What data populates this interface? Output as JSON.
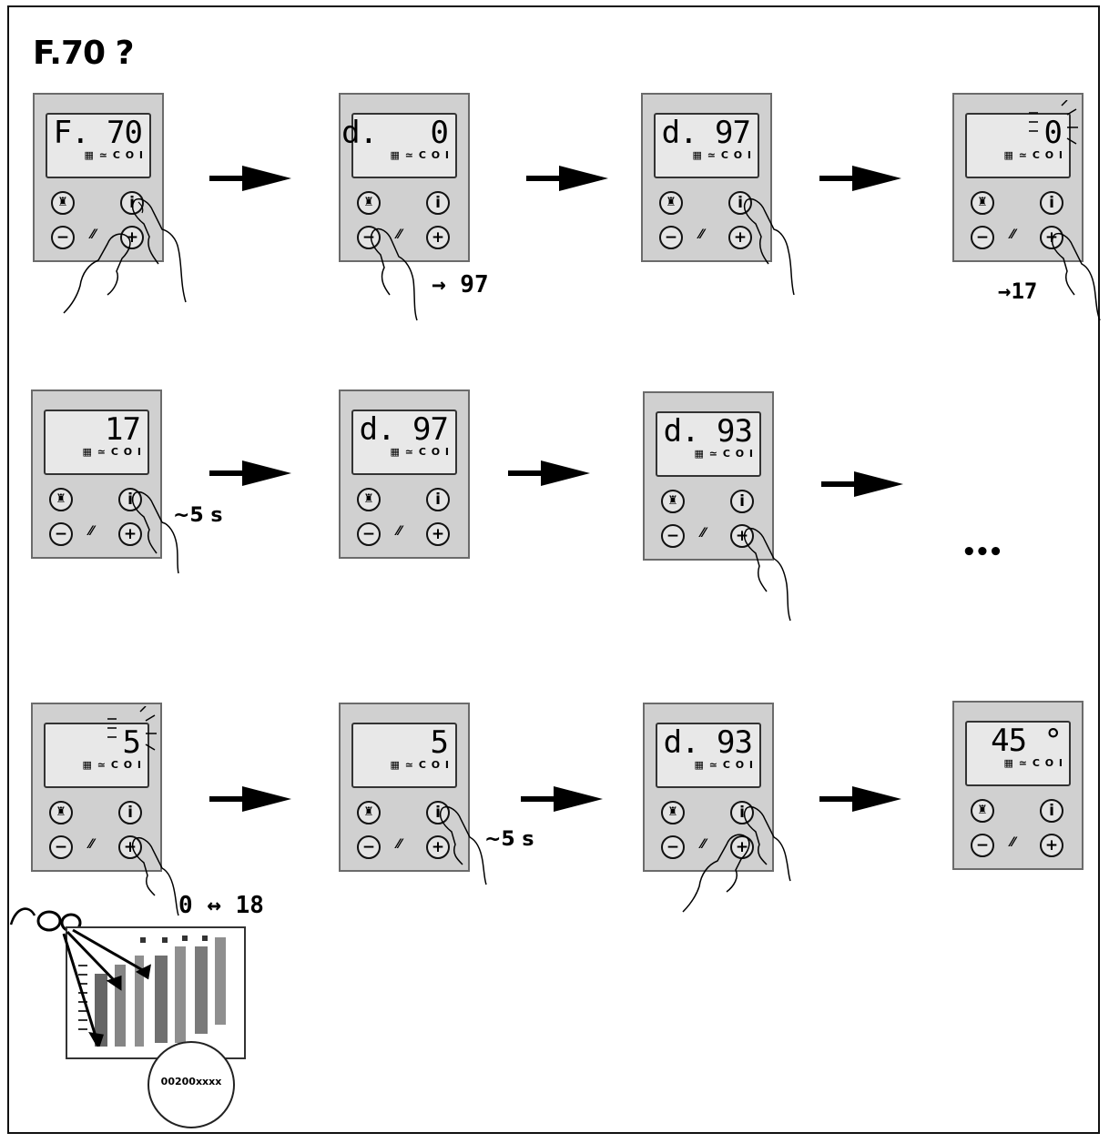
{
  "title": "F.70 ?",
  "buttons": {
    "menu_icon": "reset-icon",
    "info": "i",
    "minus": "−",
    "plus": "+",
    "spark": "⁄⁄"
  },
  "status_icons": "▦ ≃ C O I",
  "panels": [
    {
      "display": "F. 70"
    },
    {
      "display": "d.   0"
    },
    {
      "display": "d. 97"
    },
    {
      "display": "0"
    },
    {
      "display": "17"
    },
    {
      "display": "d. 97"
    },
    {
      "display": "d. 93"
    },
    {
      "display": "5"
    },
    {
      "display": "5"
    },
    {
      "display": "d. 93"
    },
    {
      "display": "45 °"
    }
  ],
  "annotations": {
    "step2_range": "→ 97",
    "step4_range": "→17",
    "step5_hold": "~5 s",
    "step9_range": "0 ↔ 18",
    "step10_hold": "~5 s",
    "ellipsis": "•••"
  },
  "reference": {
    "code": "00200xxxx"
  }
}
